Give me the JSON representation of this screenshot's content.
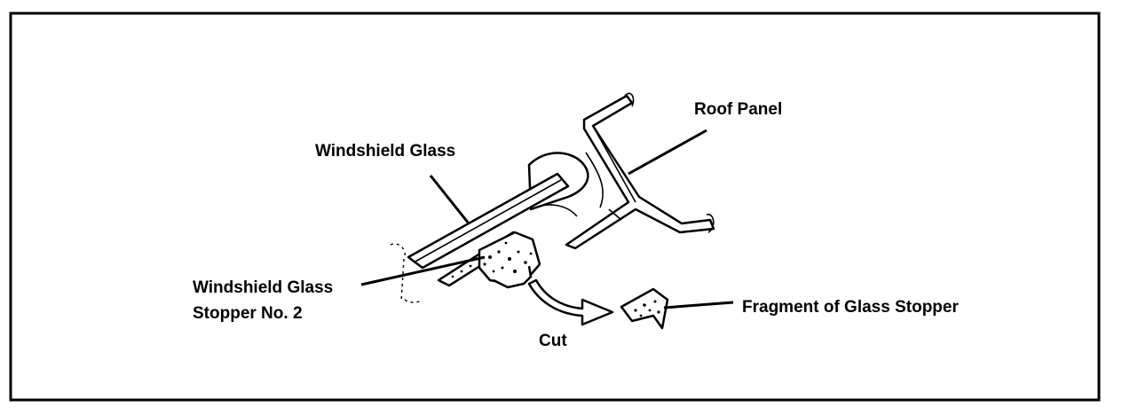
{
  "labels": {
    "windshield_glass": "Windshield Glass",
    "roof_panel": "Roof Panel",
    "stopper_line1": "Windshield Glass",
    "stopper_line2": "Stopper No. 2",
    "cut": "Cut",
    "fragment": "Fragment of Glass Stopper"
  }
}
